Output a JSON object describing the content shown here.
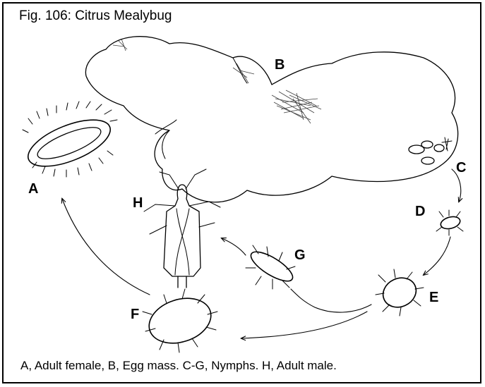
{
  "figure": {
    "title": "Fig. 106: Citrus Mealybug",
    "caption": "A, Adult female, B, Egg mass. C-G, Nymphs. H, Adult male."
  },
  "labels": {
    "a": "A",
    "b": "B",
    "c": "C",
    "d": "D",
    "e": "E",
    "f": "F",
    "g": "G",
    "h": "H"
  },
  "colors": {
    "ink": "#000000",
    "paper": "#ffffff"
  }
}
